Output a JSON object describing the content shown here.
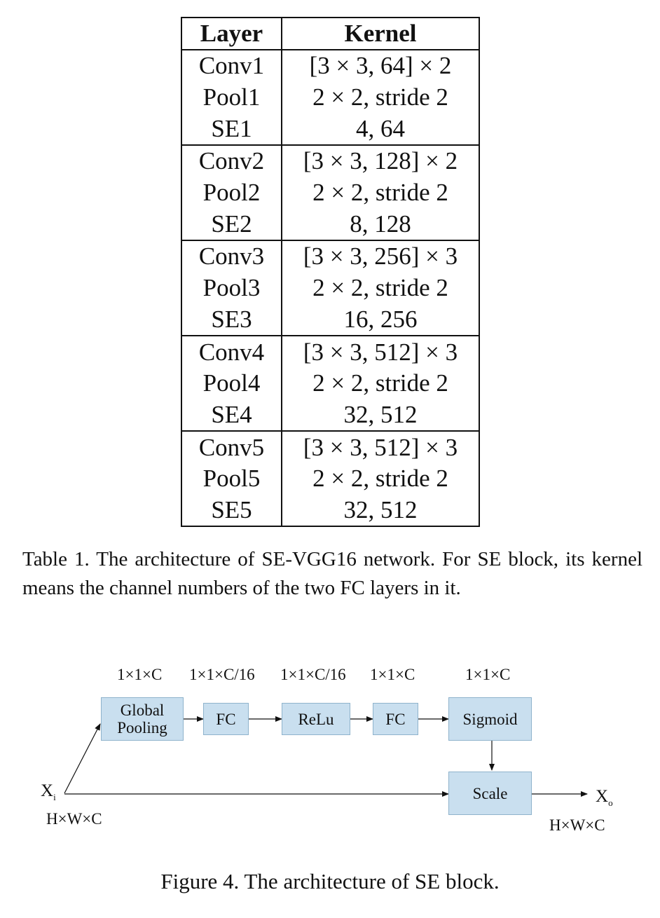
{
  "table": {
    "headers": [
      "Layer",
      "Kernel"
    ],
    "groups": [
      [
        [
          "Conv1",
          "[3 × 3, 64] × 2"
        ],
        [
          "Pool1",
          "2 × 2, stride 2"
        ],
        [
          "SE1",
          "4, 64"
        ]
      ],
      [
        [
          "Conv2",
          "[3 × 3, 128] × 2"
        ],
        [
          "Pool2",
          "2 × 2, stride 2"
        ],
        [
          "SE2",
          "8, 128"
        ]
      ],
      [
        [
          "Conv3",
          "[3 × 3, 256] × 3"
        ],
        [
          "Pool3",
          "2 × 2, stride 2"
        ],
        [
          "SE3",
          "16, 256"
        ]
      ],
      [
        [
          "Conv4",
          "[3 × 3, 512] × 3"
        ],
        [
          "Pool4",
          "2 × 2, stride 2"
        ],
        [
          "SE4",
          "32, 512"
        ]
      ],
      [
        [
          "Conv5",
          "[3 × 3, 512] × 3"
        ],
        [
          "Pool5",
          "2 × 2, stride 2"
        ],
        [
          "SE5",
          "32, 512"
        ]
      ]
    ]
  },
  "table_caption": "Table 1. The architecture of SE-VGG16 network. For SE block, its kernel means the channel numbers of the two FC layers in it.",
  "diagram": {
    "dims": {
      "global_pooling": "1×1×C",
      "fc1": "1×1×C/16",
      "relu": "1×1×C/16",
      "fc2": "1×1×C",
      "sigmoid": "1×1×C",
      "input": "H×W×C",
      "output": "H×W×C"
    },
    "boxes": {
      "global_pooling_line1": "Global",
      "global_pooling_line2": "Pooling",
      "fc1": "FC",
      "relu": "ReLu",
      "fc2": "FC",
      "sigmoid": "Sigmoid",
      "scale": "Scale"
    },
    "input_var": "X",
    "input_sub": "i",
    "output_var": "X",
    "output_sub": "o",
    "box_color": "#c9dfef"
  },
  "figure_caption": "Figure 4. The architecture of SE block."
}
